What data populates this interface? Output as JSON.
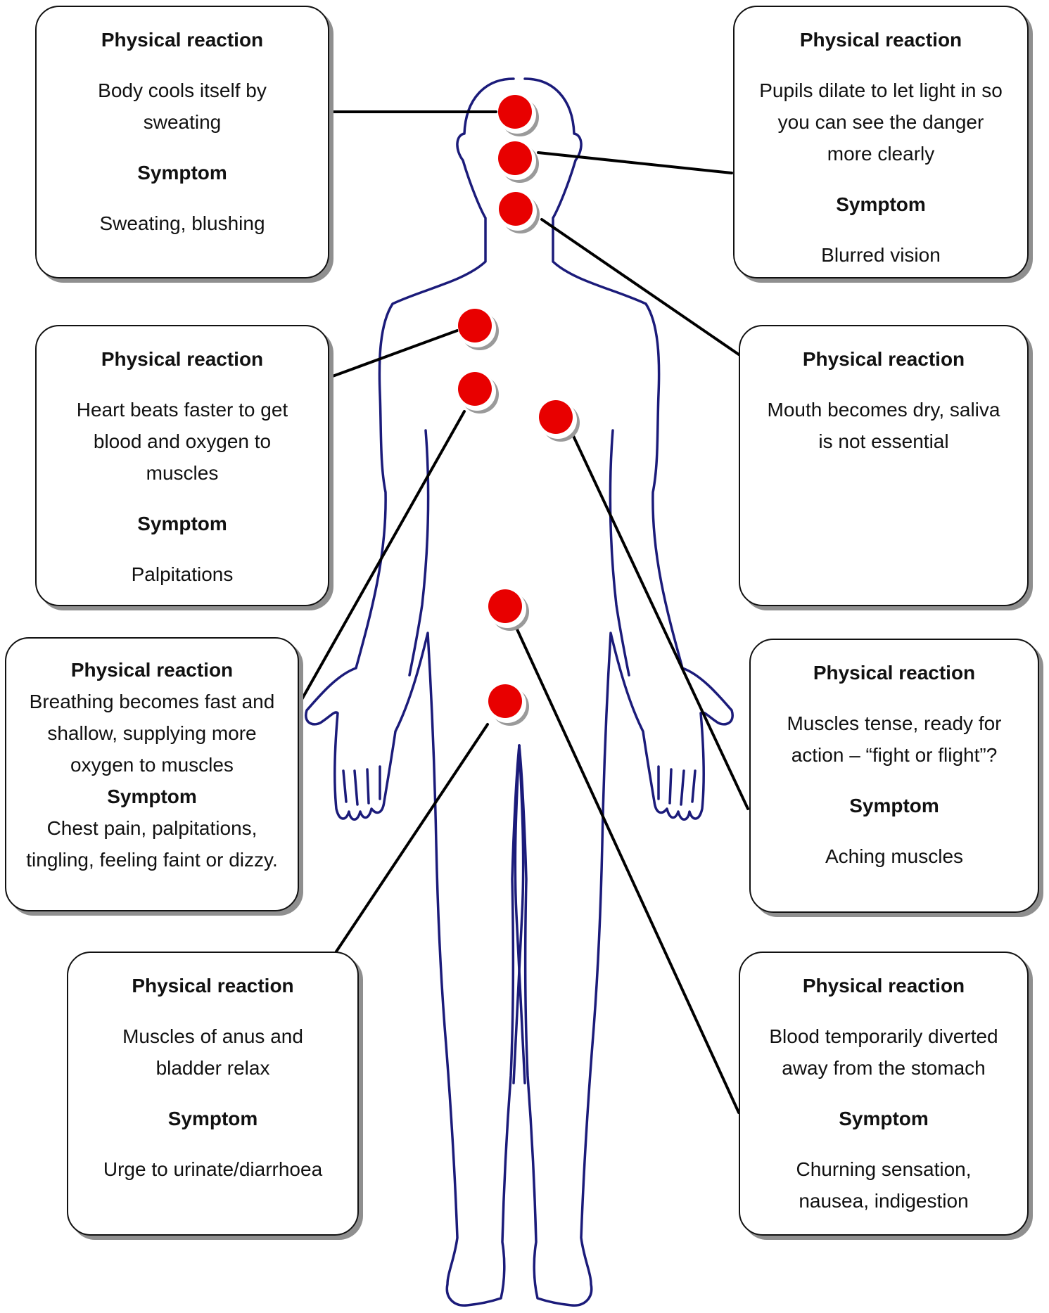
{
  "diagram": {
    "boxes": [
      {
        "id": "sweating",
        "heading1": "Physical reaction",
        "reaction": "Body cools itself by sweating",
        "heading2": "Symptom",
        "symptom": "Sweating, blushing"
      },
      {
        "id": "pupils",
        "heading1": "Physical reaction",
        "reaction": "Pupils dilate to let light in so you can see the danger more clearly",
        "heading2": "Symptom",
        "symptom": "Blurred vision"
      },
      {
        "id": "heart",
        "heading1": "Physical reaction",
        "reaction": "Heart beats faster to get blood and oxygen to muscles",
        "heading2": "Symptom",
        "symptom": "Palpitations"
      },
      {
        "id": "mouth",
        "heading1": "Physical reaction",
        "reaction": "Mouth becomes dry, saliva is not essential"
      },
      {
        "id": "breathing",
        "heading1": "Physical reaction",
        "reaction": "Breathing becomes fast and shallow, supplying more oxygen to muscles",
        "heading2": "Symptom",
        "symptom": "Chest pain, palpitations, tingling, feeling faint or dizzy."
      },
      {
        "id": "muscles",
        "heading1": "Physical reaction",
        "reaction": "Muscles tense, ready for action – “fight or flight”?",
        "heading2": "Symptom",
        "symptom": "Aching muscles"
      },
      {
        "id": "bladder",
        "heading1": "Physical reaction",
        "reaction": "Muscles of anus and bladder relax",
        "heading2": "Symptom",
        "symptom": "Urge to urinate/diarrhoea"
      },
      {
        "id": "stomach",
        "heading1": "Physical reaction",
        "reaction": "Blood temporarily diverted away from the stomach",
        "heading2": "Symptom",
        "symptom": "Churning sensation, nausea, indigestion"
      }
    ],
    "colors": {
      "body_outline": "#1b1b7a",
      "marker_fill": "#e80000",
      "marker_shadow": "#9a9a9a",
      "connector": "#000000",
      "box_border": "#111111",
      "box_shadow": "#8f8f8f"
    }
  }
}
